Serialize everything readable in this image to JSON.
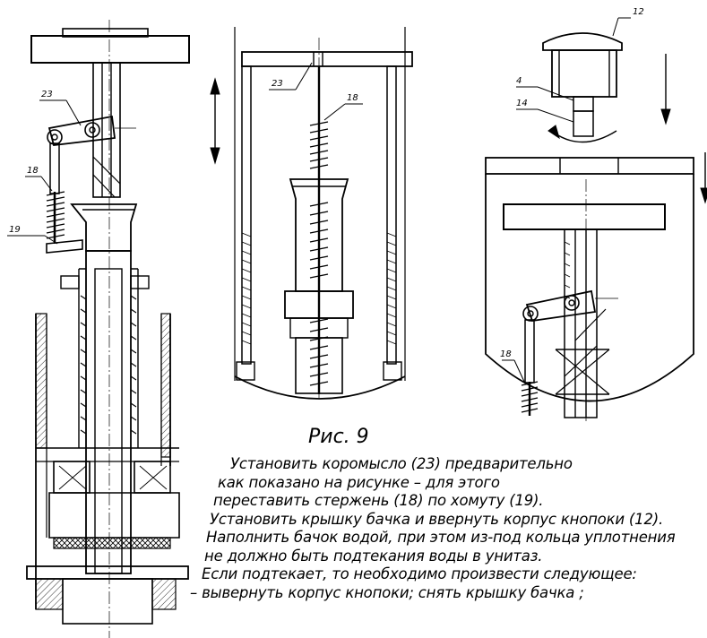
{
  "figure": {
    "caption": "Рис. 9",
    "part_labels": {
      "left_lever": "23",
      "left_rod": "18",
      "left_clamp": "19",
      "middle_lever": "23",
      "middle_rod": "18",
      "right_button": "12",
      "right_body": "4",
      "right_nut": "14",
      "right_rod": "18"
    }
  },
  "instructions": [
    "Установить коромысло (23) предварительно",
    "как показано на рисунке  – для этого",
    "переставить стержень (18) по хомуту (19).",
    "Установить крышку бачка и ввернуть корпус кнопоки (12).",
    "Наполнить бачок водой, при этом из-под кольца уплотнения",
    "не должно быть подтекания воды в унитаз.",
    "Если подтекает, то необходимо произвести следующее:",
    "– вывернуть корпус кнопоки; снять крышку бачка ;"
  ]
}
